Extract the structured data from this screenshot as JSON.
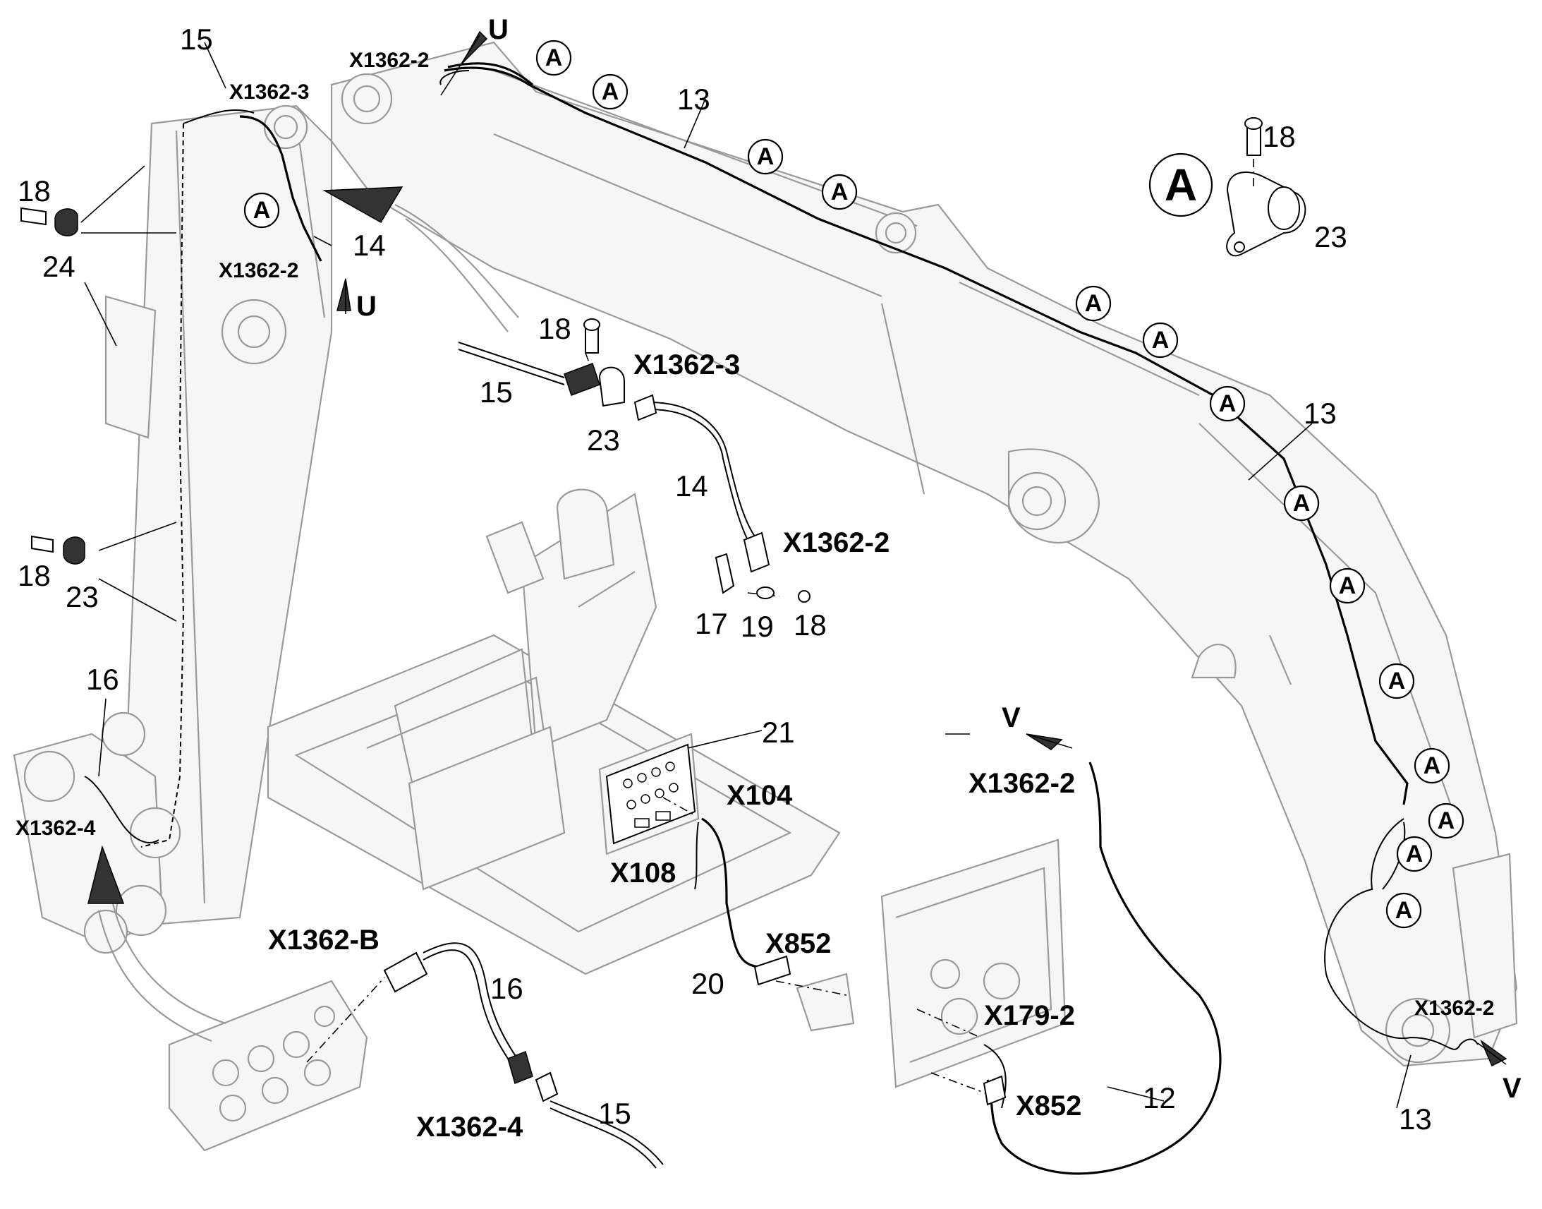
{
  "circle_marker": "A",
  "part_numbers": {
    "p12": "12",
    "p13": "13",
    "p14": "14",
    "p15": "15",
    "p16": "16",
    "p17": "17",
    "p18": "18",
    "p19": "19",
    "p20": "20",
    "p21": "21",
    "p23": "23",
    "p24": "24"
  },
  "connectors": {
    "x1362_2": "X1362-2",
    "x1362_3": "X1362-3",
    "x1362_4": "X1362-4",
    "x1362_b": "X1362-B",
    "x104": "X104",
    "x108": "X108",
    "x852": "X852",
    "x179_2": "X179-2"
  },
  "directions": {
    "u": "U",
    "v": "V"
  }
}
